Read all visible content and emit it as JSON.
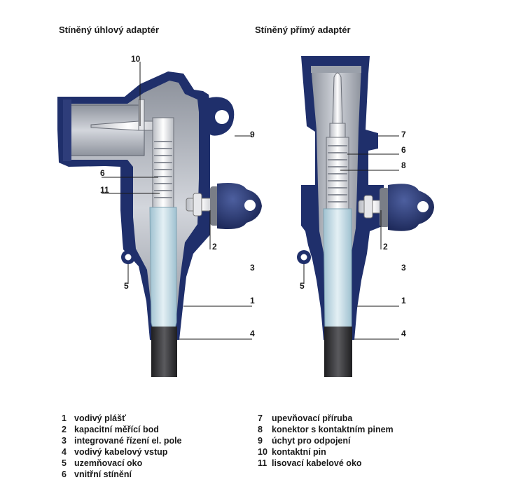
{
  "titles": {
    "left": "Stíněný úhlový adaptér",
    "right": "Stíněný přímý adaptér"
  },
  "callouts_left": [
    "10",
    "9",
    "6",
    "11",
    "2",
    "3",
    "5",
    "1",
    "4"
  ],
  "callouts_right": [
    "7",
    "6",
    "8",
    "2",
    "3",
    "5",
    "1",
    "4"
  ],
  "legend_left": [
    {
      "num": "1",
      "text": "vodivý plášť"
    },
    {
      "num": "2",
      "text": "kapacitní měřící bod"
    },
    {
      "num": "3",
      "text": "integrované řízení el. pole"
    },
    {
      "num": "4",
      "text": "vodivý kabelový vstup"
    },
    {
      "num": "5",
      "text": "uzemňovací oko"
    },
    {
      "num": "6",
      "text": "vnitřní stínění"
    }
  ],
  "legend_right": [
    {
      "num": "7",
      "text": "upevňovací příruba"
    },
    {
      "num": "8",
      "text": "konektor s kontaktním pinem"
    },
    {
      "num": "9",
      "text": "úchyt pro odpojení"
    },
    {
      "num": "10",
      "text": "kontaktní pin"
    },
    {
      "num": "11",
      "text": "lisovací kabelové oko"
    }
  ],
  "colors": {
    "shell": "#1f2f6b",
    "shell_light": "#3d4f8f",
    "inner": "#a9aeb8",
    "inner_light": "#d4d7dd",
    "cable_insulation": "#c7dde7",
    "cable_jacket": "#3a3a3c",
    "metal": "#e6e7ea"
  }
}
